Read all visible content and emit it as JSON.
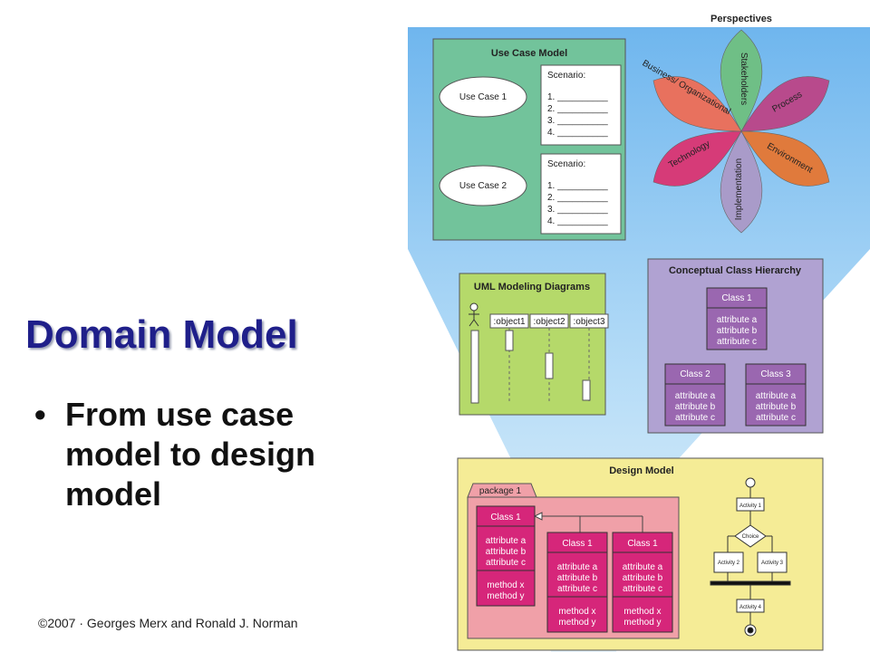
{
  "slide": {
    "title": "Domain Model",
    "bullet": "From use case model to design model",
    "bullet_marker": "•",
    "copyright": "©2007 · Georges Merx and Ronald J. Norman"
  },
  "diagram": {
    "perspectives_title": "Perspectives",
    "petals": [
      {
        "label": "Stakeholders",
        "color": "#6fbf86"
      },
      {
        "label": "Process",
        "color": "#b84a8c"
      },
      {
        "label": "Environment",
        "color": "#e07a3c"
      },
      {
        "label": "Implementation",
        "color": "#a99bc9"
      },
      {
        "label": "Technology",
        "color": "#d63b78"
      },
      {
        "label": "Business/ Organizational",
        "color": "#e8715e"
      }
    ],
    "use_case_model": {
      "title": "Use Case Model",
      "use_cases": [
        "Use Case 1",
        "Use Case 2"
      ],
      "scenario_label": "Scenario:",
      "steps": [
        "1. __________",
        "2. __________",
        "3. __________",
        "4. __________"
      ]
    },
    "uml": {
      "title": "UML Modeling Diagrams",
      "objects": [
        ":object1",
        ":object2",
        ":object3"
      ]
    },
    "conceptual": {
      "title": "Conceptual Class Hierarchy",
      "classes": [
        {
          "name": "Class 1",
          "attributes": [
            "attribute a",
            "attribute b",
            "attribute c"
          ]
        },
        {
          "name": "Class 2",
          "attributes": [
            "attribute a",
            "attribute b",
            "attribute c"
          ]
        },
        {
          "name": "Class 3",
          "attributes": [
            "attribute a",
            "attribute b",
            "attribute c"
          ]
        }
      ]
    },
    "design_model": {
      "title": "Design Model",
      "package_label": "package 1",
      "classes": [
        {
          "name": "Class 1",
          "attributes": [
            "attribute a",
            "attribute b",
            "attribute c"
          ],
          "methods": [
            "method x",
            "method y"
          ]
        },
        {
          "name": "Class 1",
          "attributes": [
            "attribute a",
            "attribute b",
            "attribute c"
          ],
          "methods": [
            "method x",
            "method y"
          ]
        },
        {
          "name": "Class 1",
          "attributes": [
            "attribute a",
            "attribute b",
            "attribute c"
          ],
          "methods": [
            "method x",
            "method y"
          ]
        }
      ],
      "activities": [
        "Activity 1",
        "Choice",
        "Activity 2",
        "Activity 3",
        "Activity 4"
      ]
    }
  }
}
